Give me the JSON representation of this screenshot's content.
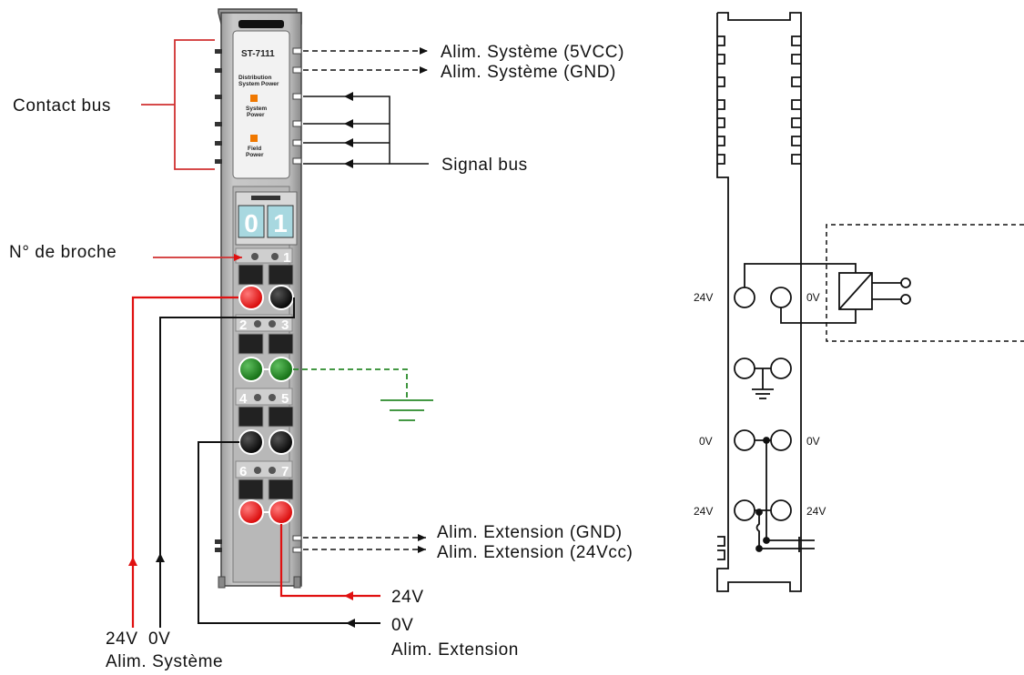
{
  "module": {
    "model": "ST-7111",
    "name_line1": "Distribution",
    "name_line2": "System Power",
    "led1_line1": "System",
    "led1_line2": "Power",
    "led2_line1": "Field",
    "led2_line2": "Power",
    "digit1": "0",
    "digit2": "1",
    "pins": [
      "1",
      "2",
      "3",
      "4",
      "5",
      "6",
      "7"
    ]
  },
  "labels": {
    "contact_bus": "Contact bus",
    "signal_bus": "Signal bus",
    "pin_number": "N° de broche",
    "alim_sys_5v": "Alim. Système (5VCC)",
    "alim_sys_gnd": "Alim. Système (GND)",
    "alim_ext_gnd": "Alim. Extension (GND)",
    "alim_ext_24": "Alim. Extension (24Vcc)",
    "bottom_24v": "24V",
    "bottom_0v": "0V",
    "alim_systeme": "Alim. Système",
    "right_24v": "24V",
    "right_0v": "0V",
    "alim_extension": "Alim. Extension"
  },
  "schematic": {
    "top_left": "24V",
    "top_right": "0V",
    "mid_left": "0V",
    "mid_right": "0V",
    "bot_left": "24V",
    "bot_right": "24V"
  },
  "colors": {
    "red": "#e01010",
    "black": "#111111",
    "green": "#1a7a1a",
    "led": "#f07800",
    "digit_bg": "#a8d8e0"
  }
}
